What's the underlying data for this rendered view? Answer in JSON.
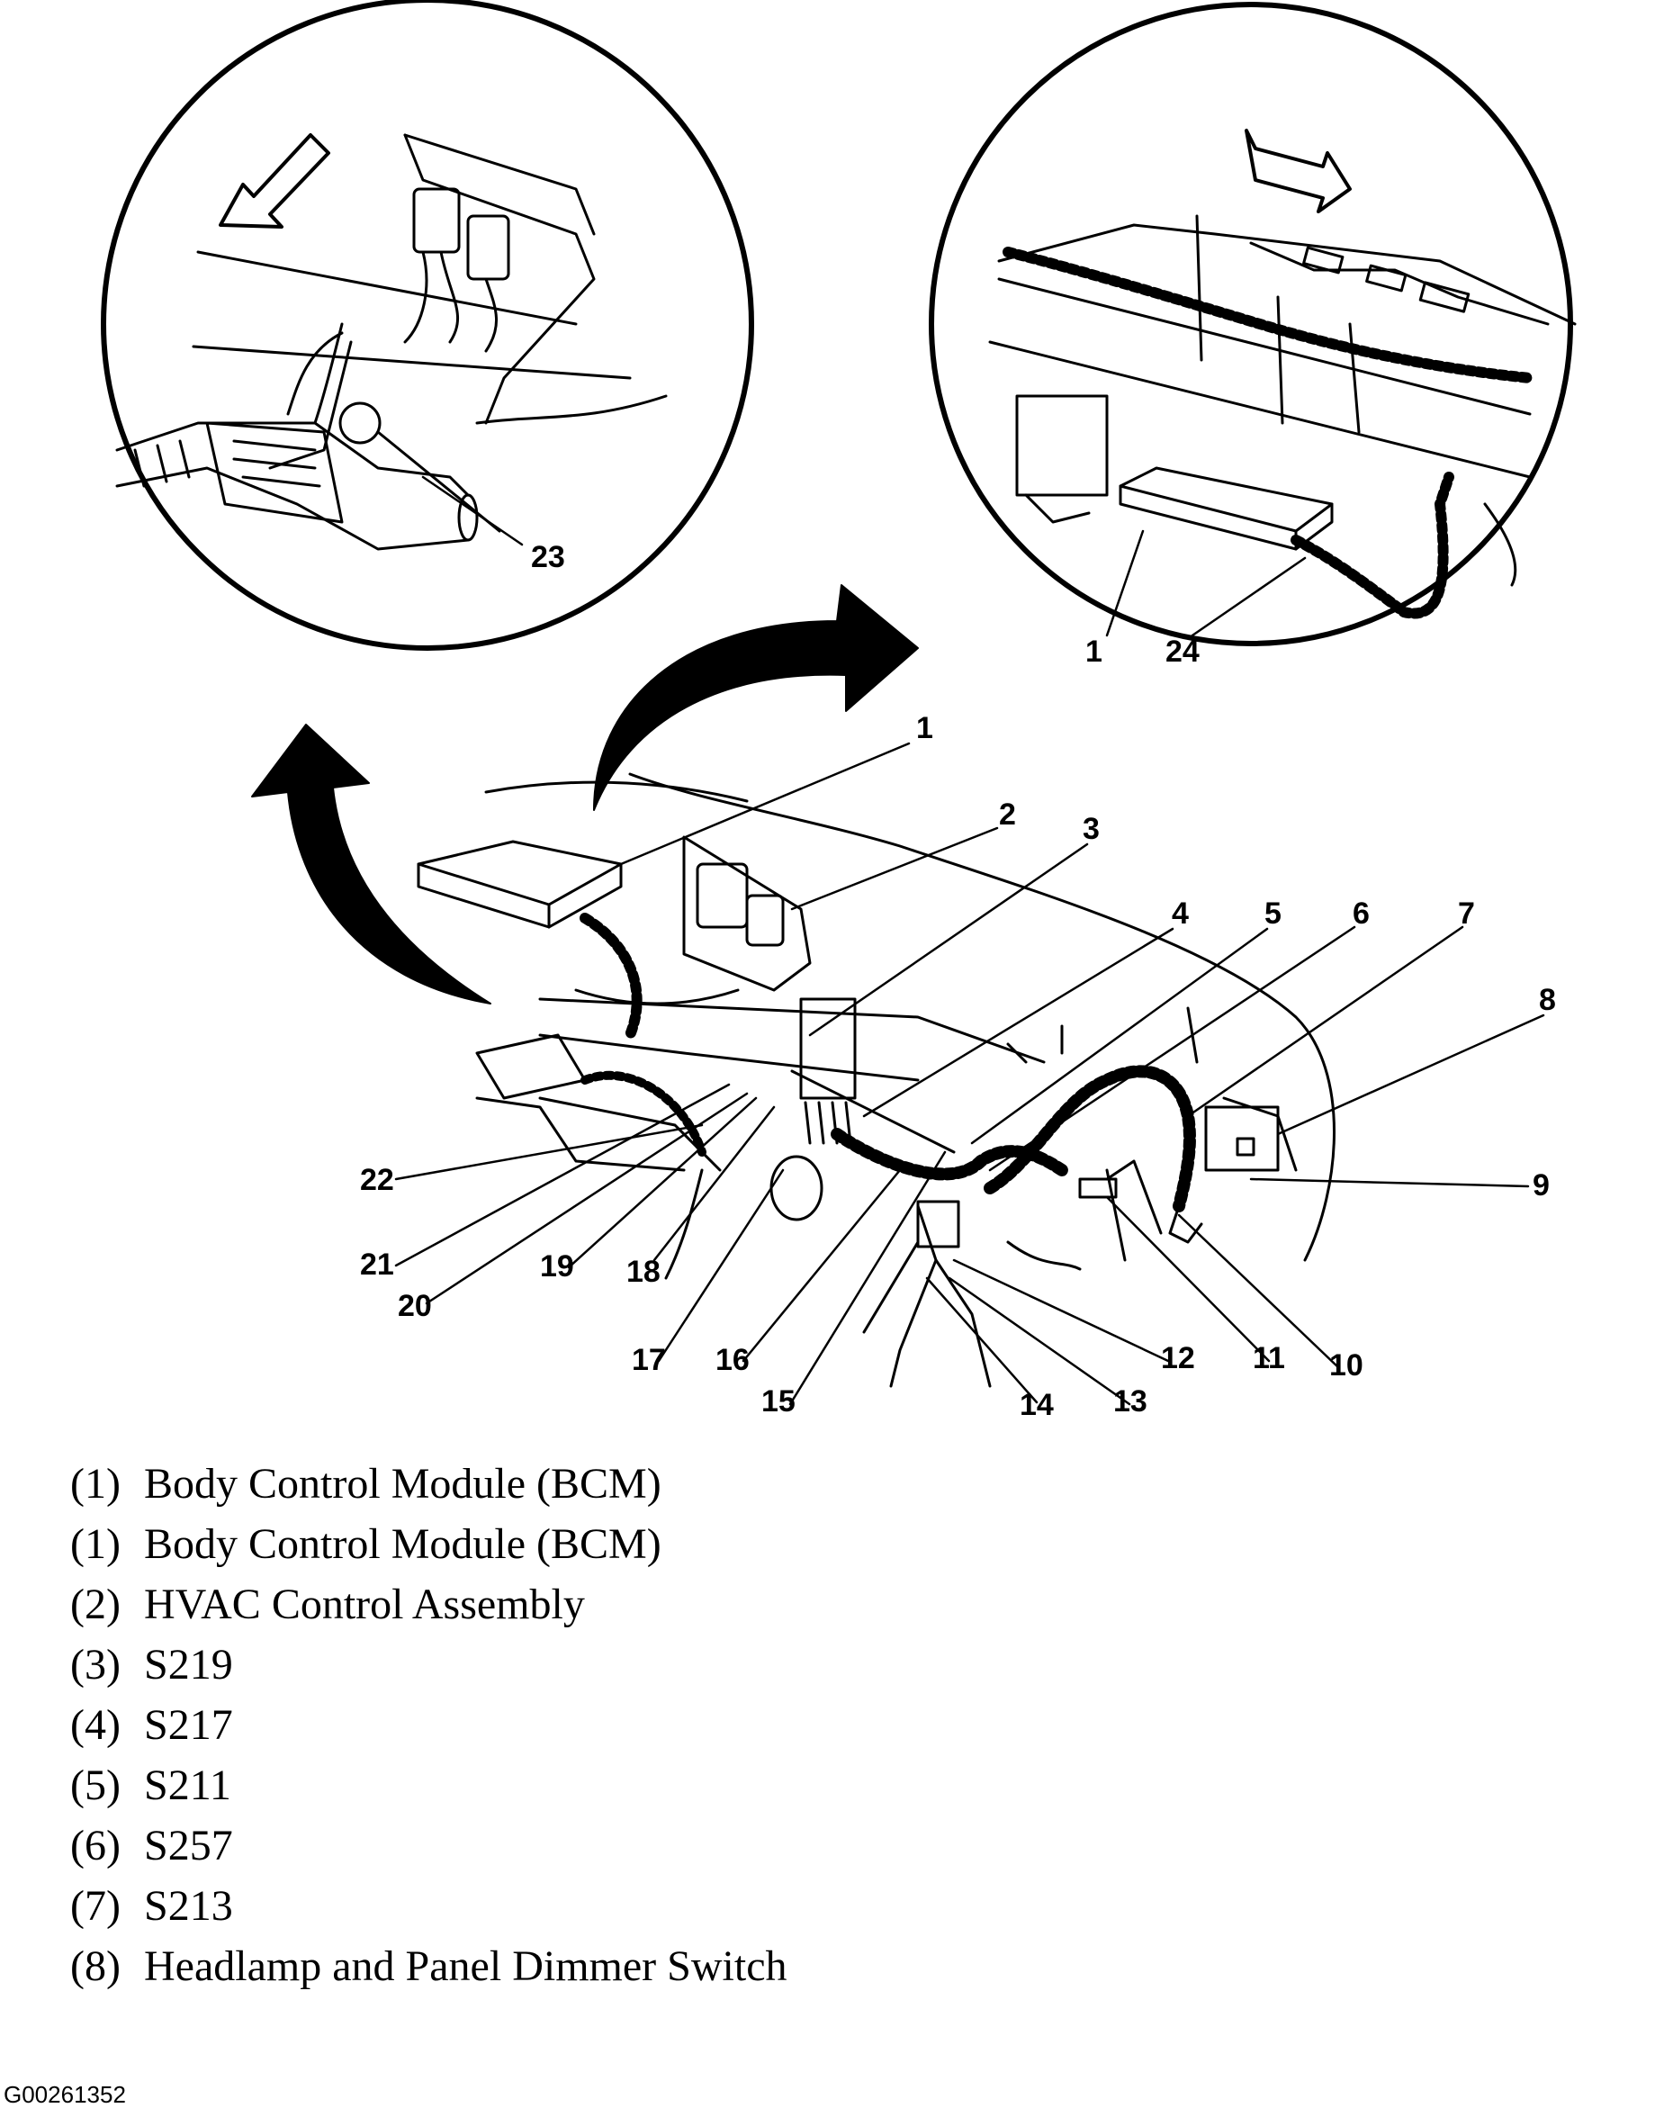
{
  "callouts": [
    "1",
    "2",
    "3",
    "4",
    "5",
    "6",
    "7",
    "8",
    "9",
    "10",
    "11",
    "12",
    "13",
    "14",
    "15",
    "16",
    "17",
    "18",
    "19",
    "20",
    "21",
    "22",
    "23",
    "1",
    "24"
  ],
  "legend": [
    {
      "num": "(1)",
      "label": "Body Control Module (BCM)"
    },
    {
      "num": "(1)",
      "label": "Body Control Module (BCM)"
    },
    {
      "num": "(2)",
      "label": "HVAC Control Assembly"
    },
    {
      "num": "(3)",
      "label": "S219"
    },
    {
      "num": "(4)",
      "label": "S217"
    },
    {
      "num": "(5)",
      "label": "S211"
    },
    {
      "num": "(6)",
      "label": "S257"
    },
    {
      "num": "(7)",
      "label": "S213"
    },
    {
      "num": "(8)",
      "label": "Headlamp and Panel Dimmer Switch"
    }
  ],
  "figure_id": "G00261352"
}
